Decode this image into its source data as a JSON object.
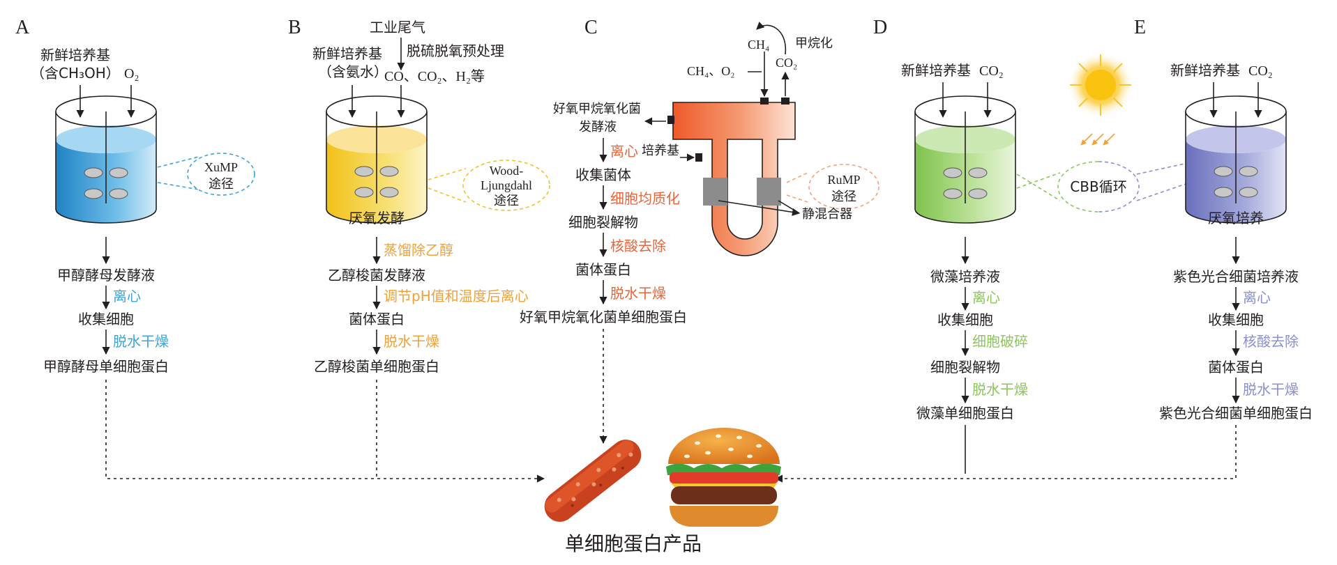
{
  "colors": {
    "panel_a": "#3ea3d8",
    "panel_b": "#f2c12e",
    "panel_b_step": "#f0a23a",
    "panel_c": "#e8653a",
    "panel_d": "#8cc65a",
    "panel_e": "#8a8fce",
    "sun": "#f7c21a"
  },
  "panels": {
    "A": {
      "letter": "A",
      "input_medium_1": "新鲜培养基",
      "input_medium_2": "（含CH₃OH）",
      "input_gas": "O₂",
      "pathway_1": "XuMP",
      "pathway_2": "途径",
      "steps": [
        "甲醇酵母发酵液",
        "收集细胞",
        "甲醇酵母单细胞蛋白"
      ],
      "processes": [
        "离心",
        "脱水干燥"
      ]
    },
    "B": {
      "letter": "B",
      "gas_source": "工业尾气",
      "pretreatment": "脱硫脱氧预处理",
      "input_medium_1": "新鲜培养基",
      "input_medium_2": "（含氨水）",
      "input_gas": "CO、CO₂、H₂等",
      "vessel_label": "厌氧发酵",
      "pathway_1": "Wood-",
      "pathway_2": "Ljungdahl",
      "pathway_3": "途径",
      "steps": [
        "乙醇梭菌发酵液",
        "菌体蛋白",
        "乙醇梭菌单细胞蛋白"
      ],
      "processes": [
        "蒸馏除乙醇",
        "调节pH值和温度后离心",
        "脱水干燥"
      ]
    },
    "C": {
      "letter": "C",
      "ch4_top": "CH₄",
      "co2_top": "CO₂",
      "methanation": "甲烷化",
      "gas_in": "CH₄、O₂",
      "broth_1": "好氧甲烷氧化菌",
      "broth_2": "发酵液",
      "medium": "培养基",
      "pathway_1": "RuMP",
      "pathway_2": "途径",
      "mixer": "静混合器",
      "steps": [
        "收集菌体",
        "细胞裂解物",
        "菌体蛋白",
        "好氧甲烷氧化菌单细胞蛋白"
      ],
      "processes": [
        "离心",
        "细胞均质化",
        "核酸去除",
        "脱水干燥"
      ]
    },
    "D": {
      "letter": "D",
      "input_medium": "新鲜培养基",
      "input_gas": "CO₂",
      "pathway": "CBB循环",
      "steps": [
        "微藻培养液",
        "收集细胞",
        "细胞裂解物",
        "微藻单细胞蛋白"
      ],
      "processes": [
        "离心",
        "细胞破碎",
        "脱水干燥"
      ]
    },
    "E": {
      "letter": "E",
      "input_medium": "新鲜培养基",
      "input_gas": "CO₂",
      "vessel_label": "厌氧培养",
      "steps": [
        "紫色光合细菌培养液",
        "收集细胞",
        "菌体蛋白",
        "紫色光合细菌单细胞蛋白"
      ],
      "processes": [
        "离心",
        "核酸去除",
        "脱水干燥"
      ]
    }
  },
  "product_label": "单细胞蛋白产品",
  "icons": [
    "sausage-icon",
    "hamburger-icon",
    "sun-icon"
  ]
}
